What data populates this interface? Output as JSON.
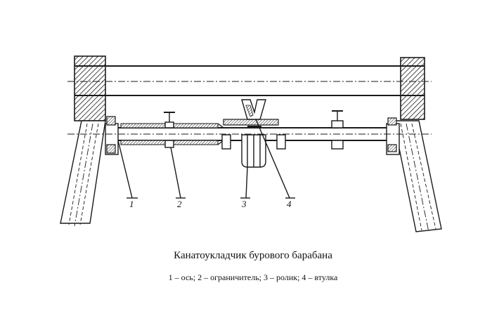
{
  "title": "Канатоукладчик бурового барабана",
  "legend": "1 – ось; 2 – ограничитель; 3 – ролик; 4 – втулка",
  "callouts": [
    {
      "id": "1",
      "text": "1"
    },
    {
      "id": "2",
      "text": "2"
    },
    {
      "id": "3",
      "text": "3"
    },
    {
      "id": "4",
      "text": "4"
    }
  ]
}
